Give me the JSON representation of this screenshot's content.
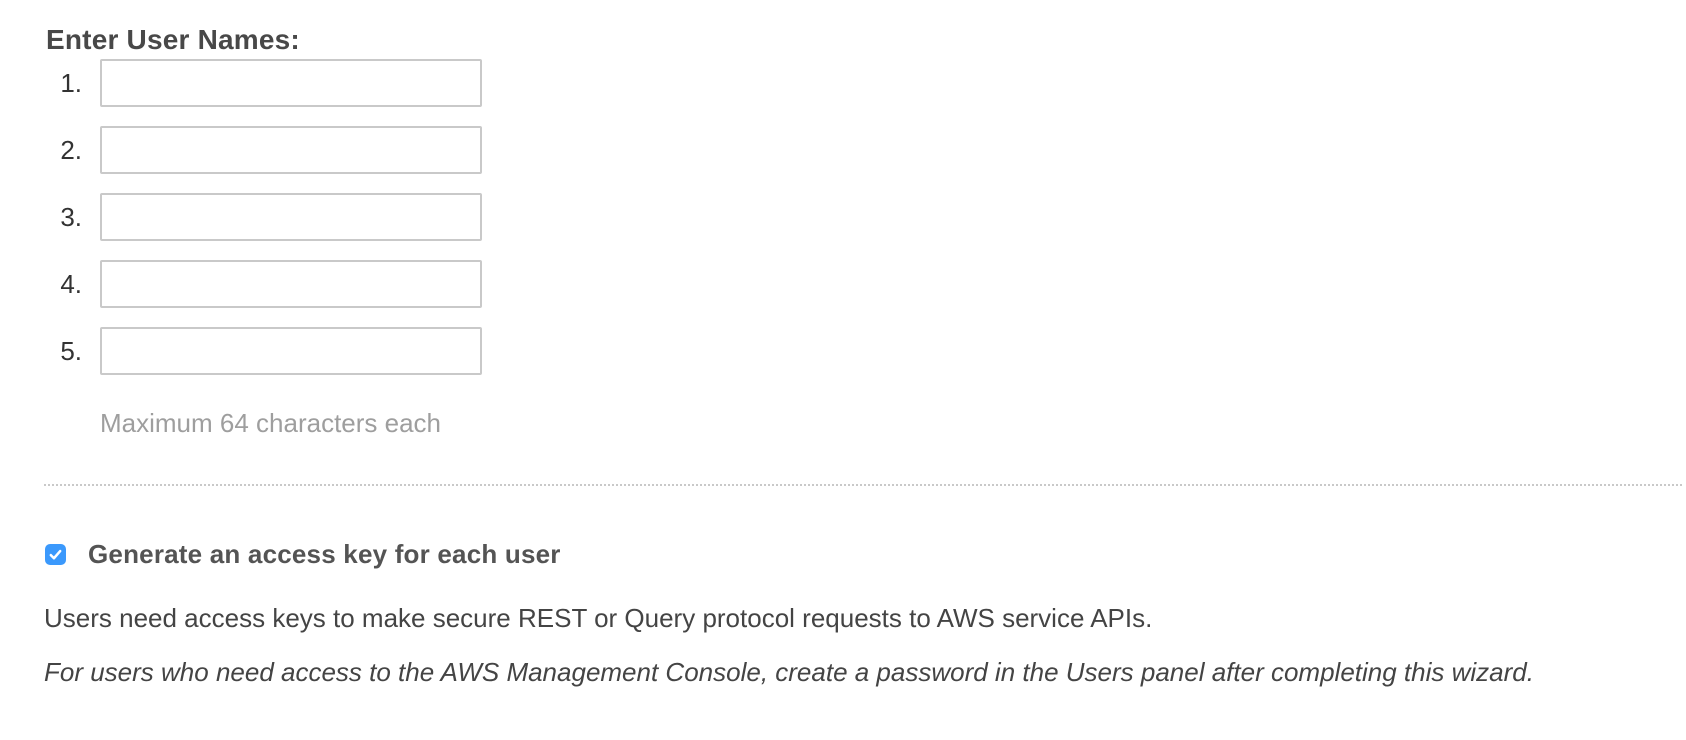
{
  "panel": {
    "heading": "Enter User Names:",
    "user_name_fields": [
      {
        "label": "1.",
        "value": ""
      },
      {
        "label": "2.",
        "value": ""
      },
      {
        "label": "3.",
        "value": ""
      },
      {
        "label": "4.",
        "value": ""
      },
      {
        "label": "5.",
        "value": ""
      }
    ],
    "hint": "Maximum 64 characters each",
    "access_key": {
      "checked": true,
      "label": "Generate an access key for each user",
      "description": "Users need access keys to make secure REST or Query protocol requests to AWS service APIs.",
      "note": "For users who need access to the AWS Management Console, create a password in the Users panel after completing this wizard."
    },
    "colors": {
      "checkbox_accent": "#3b99fc",
      "heading_text": "#484848",
      "body_text": "#444444",
      "hint_text": "#9e9e9e",
      "input_border": "#c9c9c9"
    },
    "icons": {
      "checkmark": "checkmark-icon"
    }
  }
}
